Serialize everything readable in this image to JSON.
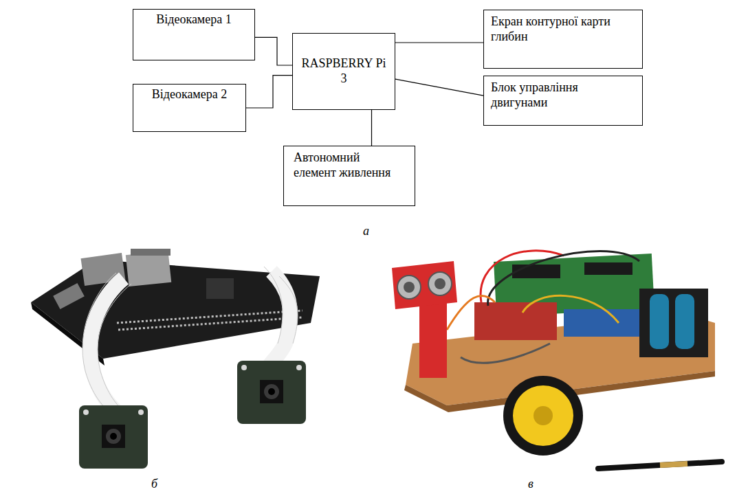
{
  "diagram": {
    "nodes": [
      {
        "text": [
          "Відеокамера 1"
        ]
      },
      {
        "text": [
          "Відеокамера 2"
        ]
      },
      {
        "text": [
          "RASPBERRY Pi 3"
        ]
      },
      {
        "text": [
          "Екран контурної карти глибин"
        ]
      },
      {
        "text": [
          "Блок управління двигунами"
        ]
      },
      {
        "text": [
          "Автономний елемент живлення"
        ]
      }
    ],
    "edges": [
      {
        "from": 0,
        "to": 2,
        "arrow": "none"
      },
      {
        "from": 1,
        "to": 2,
        "arrow": "none"
      },
      {
        "from": 2,
        "to": 3,
        "arrow": "none"
      },
      {
        "from": 2,
        "to": 4,
        "arrow": "none"
      },
      {
        "from": 2,
        "to": 5,
        "arrow": "none"
      }
    ],
    "labels": [
      "а",
      "б",
      "в"
    ]
  }
}
